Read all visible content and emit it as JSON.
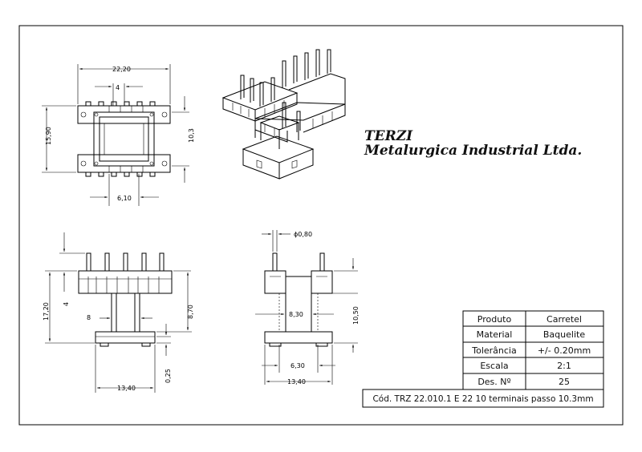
{
  "company": {
    "name": "TERZI",
    "subtitle": "Metalurgica Industrial Ltda."
  },
  "dimensions": {
    "top_width": "22,20",
    "top_pitch": "4",
    "top_height": "15,90",
    "top_inner_height": "10,3",
    "top_inner_width": "6,10",
    "pin_diameter": "ϕ0,80",
    "front_total_height": "17,20",
    "front_pin_step": "4",
    "front_core": "8",
    "front_height": "8,70",
    "front_base": "13,40",
    "front_flange": "0,25",
    "side_core": "8,30",
    "side_height": "10,50",
    "side_inner": "6,30",
    "side_base": "13,40"
  },
  "title_block": {
    "rows": [
      {
        "label": "Produto",
        "value": "Carretel"
      },
      {
        "label": "Material",
        "value": "Baquelite"
      },
      {
        "label": "Tolerância",
        "value": "+/- 0.20mm"
      },
      {
        "label": "Escala",
        "value": "2:1"
      },
      {
        "label": "Des. Nº",
        "value": "25"
      }
    ],
    "code": "Cód. TRZ 22.010.1 E 22 10 terminais passo 10.3mm"
  }
}
